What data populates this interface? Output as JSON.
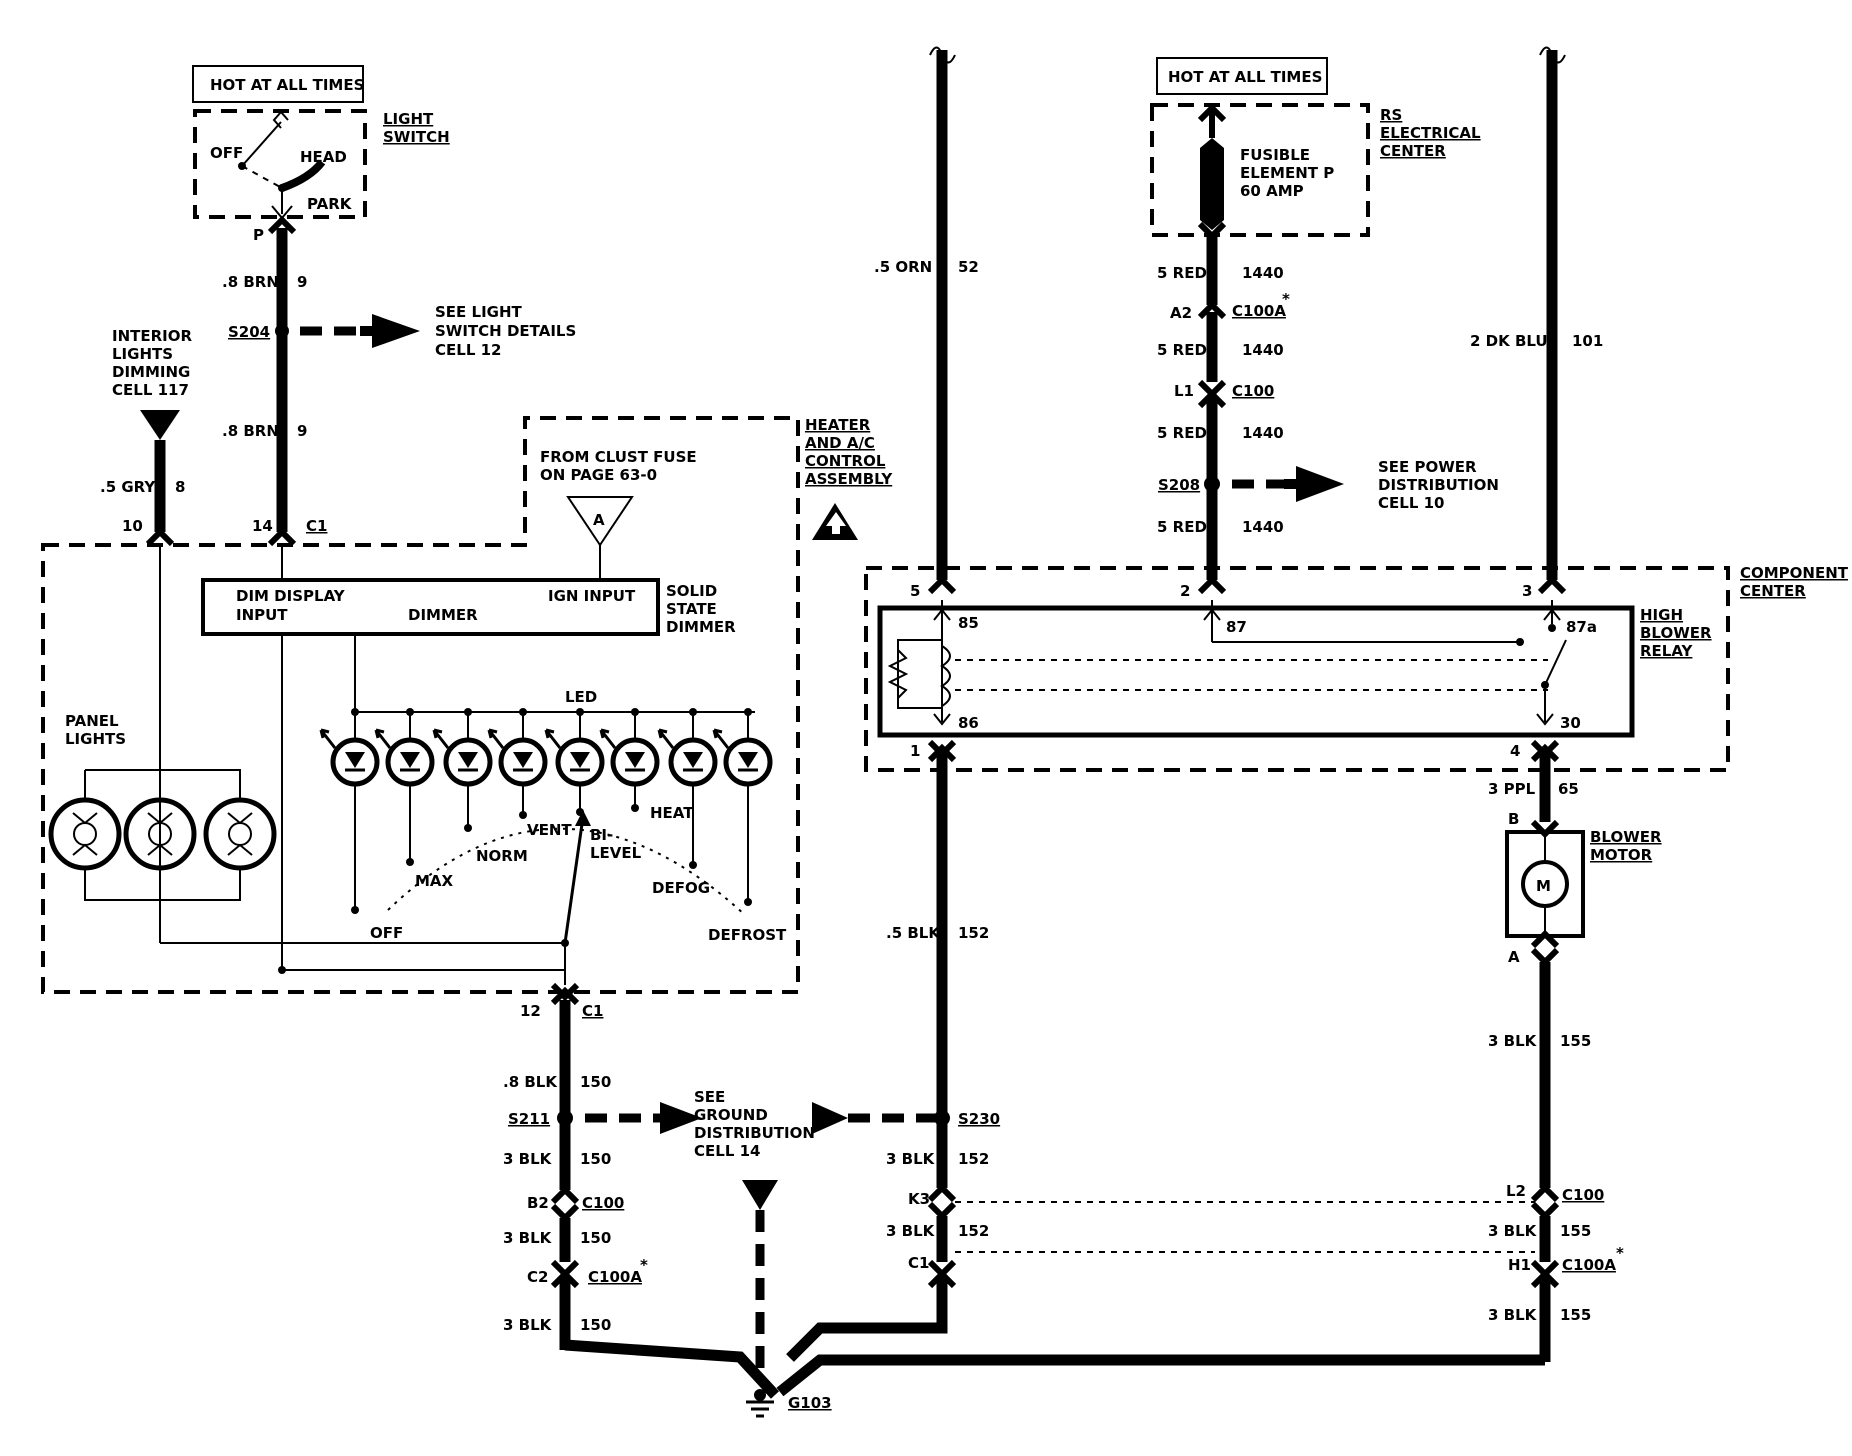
{
  "light_switch": {
    "hot_label": "HOT AT ALL TIMES",
    "title_line1": "LIGHT",
    "title_line2": "SWITCH",
    "pos_off": "OFF",
    "pos_head": "HEAD",
    "pos_park": "PARK",
    "pin": "P"
  },
  "left_wires": {
    "w1_gauge": ".8 BRN",
    "w1_circuit": "9",
    "splice_s204": "S204",
    "see_details_1": "SEE LIGHT",
    "see_details_2": "SWITCH DETAILS",
    "see_details_3": "CELL 12",
    "w2_gauge": ".8 BRN",
    "w2_circuit": "9",
    "dim_1": "INTERIOR",
    "dim_2": "LIGHTS",
    "dim_3": "DIMMING",
    "dim_4": "CELL 117",
    "gry_gauge": ".5 GRY",
    "gry_circuit": "8",
    "pin10": "10",
    "pin14": "14",
    "c1": "C1"
  },
  "heater": {
    "title_1": "HEATER",
    "title_2": "AND A/C",
    "title_3": "CONTROL",
    "title_4": "ASSEMBLY",
    "from_fuse_1": "FROM CLUST FUSE",
    "from_fuse_2": "ON PAGE 63-0",
    "ref_a": "A",
    "dim_display": "DIM DISPLAY",
    "input": "INPUT",
    "dimmer": "DIMMER",
    "ign_input": "IGN INPUT",
    "solid_1": "SOLID",
    "solid_2": "STATE",
    "solid_3": "DIMMER",
    "led": "LED",
    "panel_1": "PANEL",
    "panel_2": "LIGHTS",
    "modes": {
      "off": "OFF",
      "max": "MAX",
      "norm": "NORM",
      "vent": "VENT",
      "bi": "BI-",
      "level": "LEVEL",
      "heat": "HEAT",
      "defog": "DEFOG",
      "defrost": "DEFROST"
    },
    "pin12": "12",
    "c1": "C1"
  },
  "ground_left": {
    "w150a_g": ".8 BLK",
    "w150a_c": "150",
    "s211": "S211",
    "w150b_g": "3 BLK",
    "w150b_c": "150",
    "b2": "B2",
    "c100": "C100",
    "w150c_g": "3 BLK",
    "w150c_c": "150",
    "c2": "C2",
    "c100a": "C100A",
    "star": "*",
    "w150d_g": "3 BLK",
    "w150d_c": "150"
  },
  "ground_center": {
    "see_1": "SEE",
    "see_2": "GROUND",
    "see_3": "DISTRIBUTION",
    "see_4": "CELL 14",
    "g103": "G103"
  },
  "relay_side": {
    "orn_g": ".5 ORN",
    "orn_c": "52",
    "hot_label": "HOT AT ALL TIMES",
    "rs_1": "RS",
    "rs_2": "ELECTRICAL",
    "rs_3": "CENTER",
    "fuse_1": "FUSIBLE",
    "fuse_2": "ELEMENT P",
    "fuse_3": "60 AMP",
    "red1_g": "5 RED",
    "red1_c": "1440",
    "a2": "A2",
    "c100a": "C100A",
    "star": "*",
    "red2_g": "5 RED",
    "red2_c": "1440",
    "l1": "L1",
    "c100": "C100",
    "red3_g": "5 RED",
    "red3_c": "1440",
    "s208": "S208",
    "see_pd_1": "SEE POWER",
    "see_pd_2": "DISTRIBUTION",
    "see_pd_3": "CELL 10",
    "red4_g": "5 RED",
    "red4_c": "1440",
    "blu_g": "2 DK BLU",
    "blu_c": "101",
    "comp_1": "COMPONENT",
    "comp_2": "CENTER",
    "pin5": "5",
    "pin2": "2",
    "pin3": "3",
    "pin1": "1",
    "pin4": "4",
    "t85": "85",
    "t87": "87",
    "t87a": "87a",
    "t86": "86",
    "t30": "30",
    "relay_1": "HIGH",
    "relay_2": "BLOWER",
    "relay_3": "RELAY",
    "ppl_g": "3 PPL",
    "ppl_c": "65",
    "motor_b": "B",
    "motor_m": "M",
    "motor_a": "A",
    "blower_1": "BLOWER",
    "blower_2": "MOTOR",
    "blk152a_g": ".5 BLK",
    "blk152a_c": "152",
    "s230": "S230",
    "blk152b_g": "3 BLK",
    "blk152b_c": "152",
    "k3": "K3",
    "blk152c_g": "3 BLK",
    "blk152c_c": "152",
    "c1": "C1",
    "blk155a_g": "3 BLK",
    "blk155a_c": "155",
    "l2": "L2",
    "c100r": "C100",
    "blk155b_g": "3 BLK",
    "blk155b_c": "155",
    "h1": "H1",
    "c100ar": "C100A",
    "blk155c_g": "3 BLK",
    "blk155c_c": "155"
  }
}
